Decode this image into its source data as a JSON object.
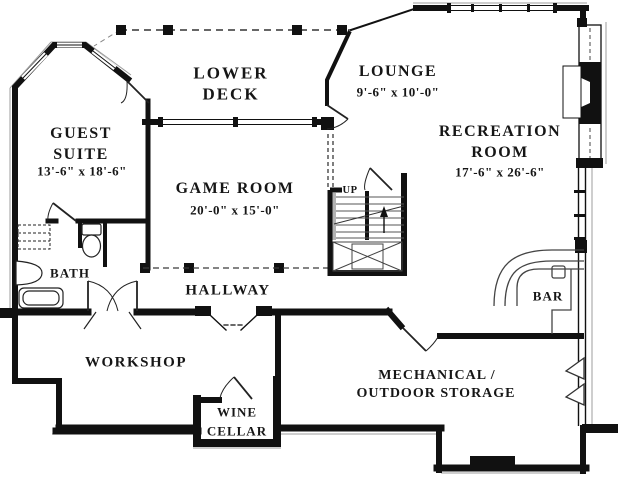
{
  "colors": {
    "wall": "#111111",
    "background": "#ffffff",
    "thin_line": "#9d9d9d",
    "dash_line": "#3a3a3a",
    "handrail": "#b3b3b3"
  },
  "rooms": {
    "lower_deck": {
      "line1": "LOWER",
      "line2": "DECK"
    },
    "lounge": {
      "name": "LOUNGE",
      "dimensions": "9'-6\" x 10'-0\""
    },
    "recreation_room": {
      "line1": "RECREATION",
      "line2": "ROOM",
      "dimensions": "17'-6\" x 26'-6\""
    },
    "guest_suite": {
      "line1": "GUEST",
      "line2": "SUITE",
      "dimensions": "13'-6\" x 18'-6\""
    },
    "game_room": {
      "name": "GAME ROOM",
      "dimensions": "20'-0\" x 15'-0\""
    },
    "bath": {
      "name": "BATH"
    },
    "hallway": {
      "name": "HALLWAY"
    },
    "stairs": {
      "direction_label": "UP"
    },
    "bar": {
      "name": "BAR"
    },
    "workshop": {
      "name": "WORKSHOP"
    },
    "wine_cellar": {
      "line1": "WINE",
      "line2": "CELLAR"
    },
    "mechanical_storage": {
      "line1": "MECHANICAL /",
      "line2": "OUTDOOR STORAGE"
    }
  }
}
